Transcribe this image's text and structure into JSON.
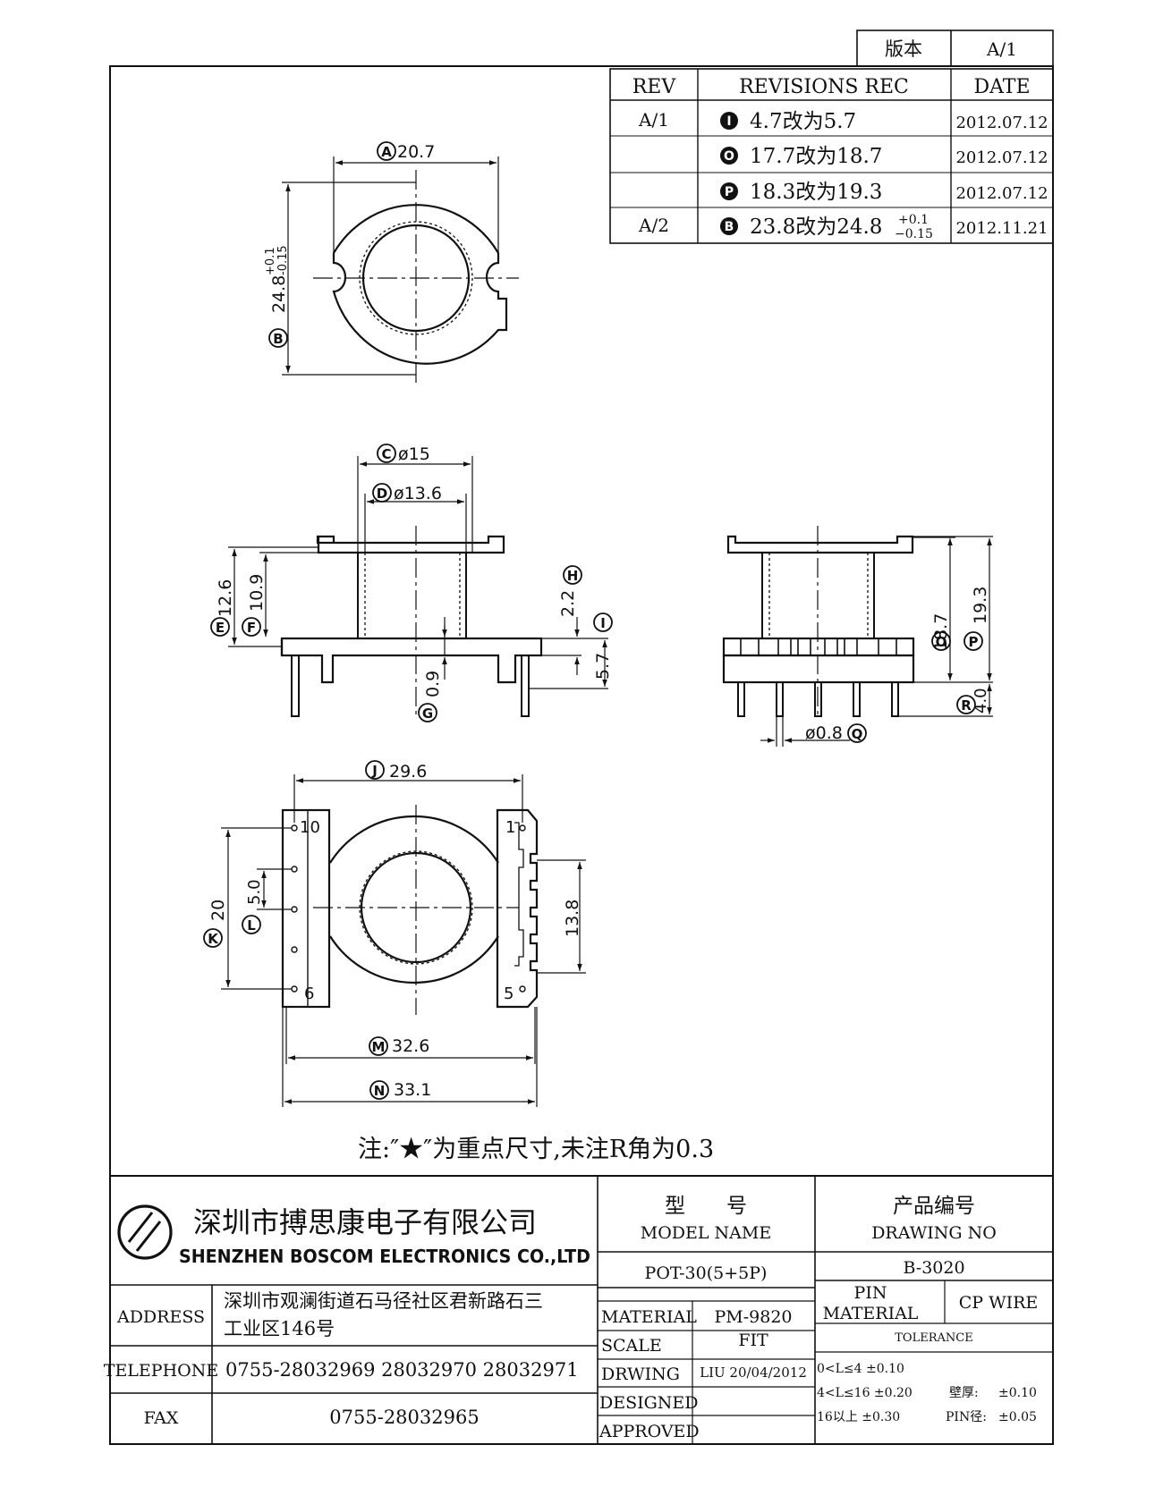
{
  "version_box": {
    "label": "版本",
    "value": "A/1"
  },
  "revisions": {
    "headers": {
      "rev": "REV",
      "rec": "REVISIONS REC",
      "date": "DATE"
    },
    "rows": [
      {
        "rev": "A/1",
        "mark": "I",
        "text": "4.7改为5.7",
        "tol_plus": "",
        "tol_minus": "",
        "date": "2012.07.12"
      },
      {
        "rev": "",
        "mark": "O",
        "text": "17.7改为18.7",
        "tol_plus": "",
        "tol_minus": "",
        "date": "2012.07.12"
      },
      {
        "rev": "",
        "mark": "P",
        "text": "18.3改为19.3",
        "tol_plus": "",
        "tol_minus": "",
        "date": "2012.07.12"
      },
      {
        "rev": "A/2",
        "mark": "B",
        "text": "23.8改为24.8",
        "tol_plus": "+0.1",
        "tol_minus": "−0.15",
        "date": "2012.11.21"
      }
    ]
  },
  "dimensions": {
    "A": {
      "mark": "A",
      "value": "20.7"
    },
    "B": {
      "mark": "B",
      "value": "24.8",
      "tol_plus": "+0.1",
      "tol_minus": "-0.15"
    },
    "C": {
      "mark": "C",
      "value": "ø15"
    },
    "D": {
      "mark": "D",
      "value": "ø13.6"
    },
    "E": {
      "mark": "E",
      "value": "12.6"
    },
    "F": {
      "mark": "F",
      "value": "10.9"
    },
    "G": {
      "mark": "G",
      "value": "0.9"
    },
    "H": {
      "mark": "H",
      "value": "2.2"
    },
    "I": {
      "mark": "I",
      "value": "5.7"
    },
    "O": {
      "mark": "O",
      "value": "18.7"
    },
    "P": {
      "mark": "P",
      "value": "19.3"
    },
    "R": {
      "mark": "R",
      "value": "4.0"
    },
    "Q": {
      "mark": "Q",
      "value": "ø0.8"
    },
    "J": {
      "mark": "J",
      "value": "29.6"
    },
    "K": {
      "mark": "K",
      "value": "20"
    },
    "L": {
      "mark": "L",
      "value": "5.0"
    },
    "M": {
      "mark": "M",
      "value": "32.6"
    },
    "N": {
      "mark": "N",
      "value": "33.1"
    },
    "slot": {
      "value": "13.8"
    }
  },
  "pins": {
    "p10": "10",
    "p6": "6",
    "p1": "1",
    "p5": "5"
  },
  "note": "注:″★″为重点尺寸,未注R角为0.3",
  "title_block": {
    "company_cn": "深圳市搏思康电子有限公司",
    "company_en": "SHENZHEN BOSCOM ELECTRONICS CO.,LTD",
    "model_cn": "型　　号",
    "model_en": "MODEL NAME",
    "model_value": "POT-30(5+5P)",
    "drawing_cn": "产品编号",
    "drawing_en": "DRAWING NO",
    "drawing_value": "B-3020",
    "address_label": "ADDRESS",
    "address_line1": "深圳市观澜街道石马径社区君新路石三",
    "address_line2": "工业区146号",
    "telephone_label": "TELEPHONE",
    "telephone_value": "0755-28032969 28032970 28032971",
    "fax_label": "FAX",
    "fax_value": "0755-28032965",
    "material_label": "MATERIAL",
    "material_value": "PM-9820",
    "scale_label": "SCALE",
    "scale_value": "FIT",
    "drwing_label": "DRWING",
    "drwing_value": "LIU 20/04/2012",
    "designed_label": "DESIGNED",
    "approved_label": "APPROVED",
    "pin_material_label1": "PIN",
    "pin_material_label2": "MATERIAL",
    "pin_material_value": "CP WIRE",
    "tolerance_label": "TOLERANCE",
    "tol1": "0<L≤4  ±0.10",
    "tol2": "4<L≤16  ±0.20",
    "tol3": "16以上     ±0.30",
    "wall_label": "壁厚:",
    "wall_value": "±0.10",
    "pin_dia_label": "PIN径:",
    "pin_dia_value": "±0.05"
  }
}
